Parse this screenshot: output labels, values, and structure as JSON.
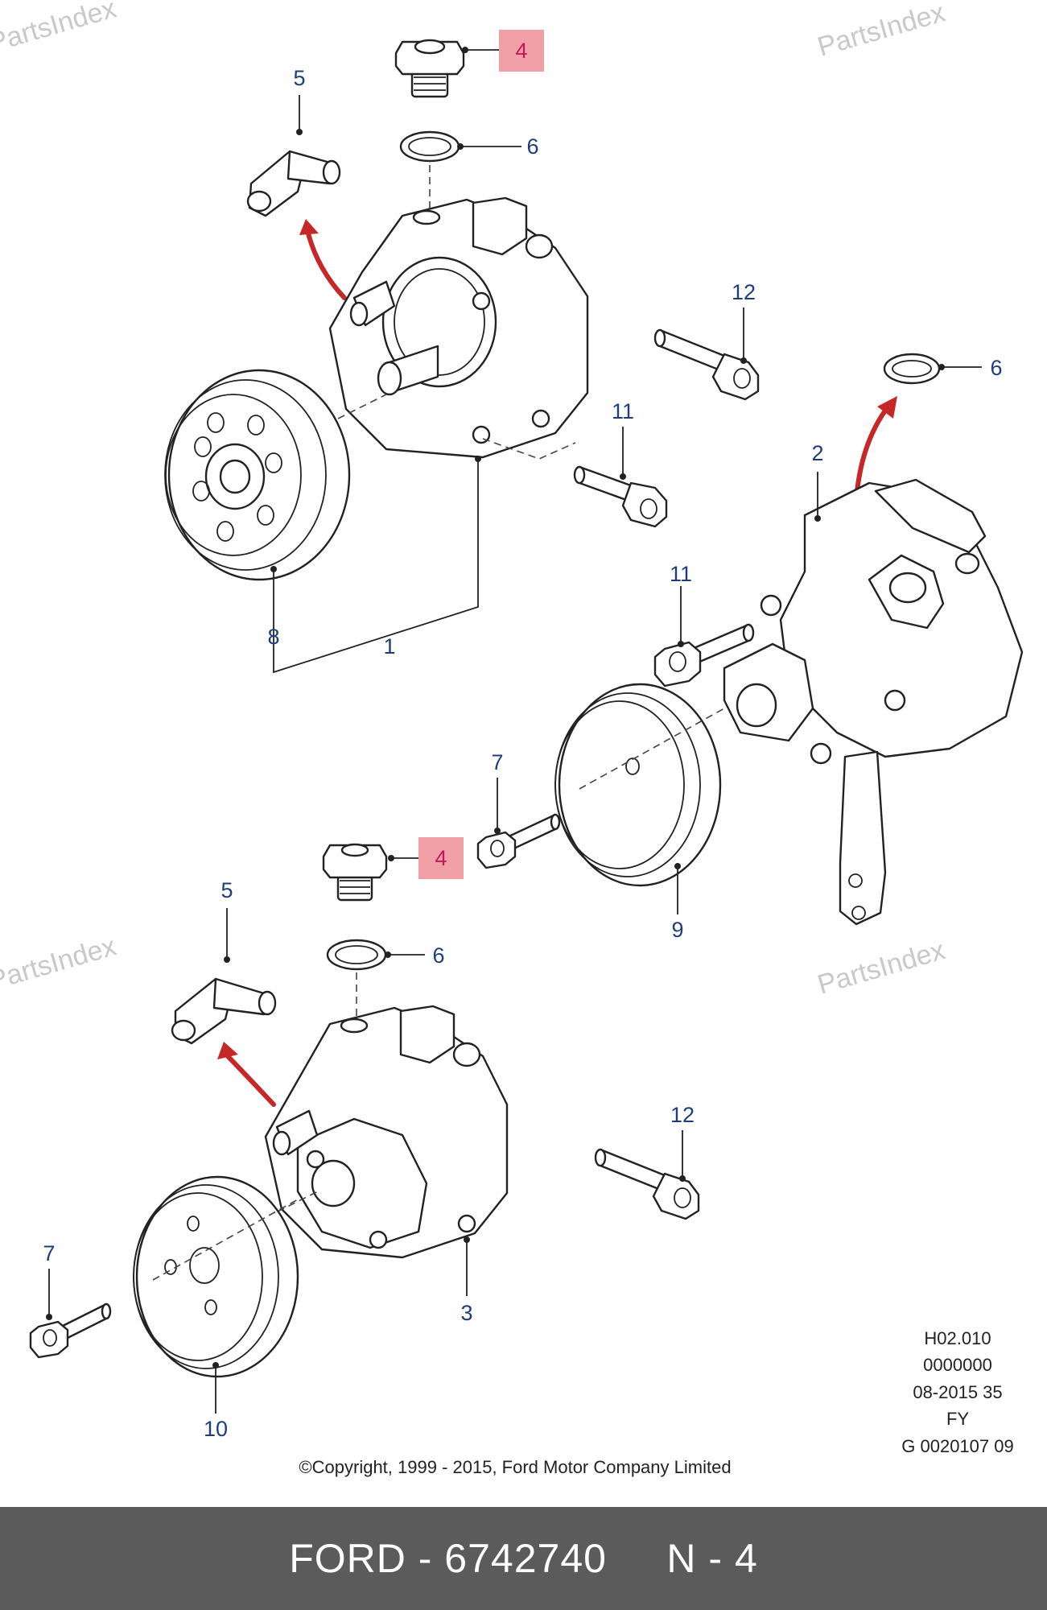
{
  "watermark": "PartsIndex",
  "callouts": {
    "c1": "1",
    "c2": "2",
    "c3": "3",
    "c4": "4",
    "c5": "5",
    "c6": "6",
    "c7": "7",
    "c8": "8",
    "c9": "9",
    "c10": "10",
    "c11": "11",
    "c12": "12"
  },
  "colors": {
    "highlight_box": "#f2a0a8",
    "highlight_text": "#c2185b",
    "callout_text": "#1f3d7a",
    "arrow": "#c62828",
    "footer_bg": "#5b5b5b"
  },
  "diagram_meta": {
    "line1": "H02.010",
    "line2": "0000000",
    "line3": "08-2015 35",
    "line4": "FY",
    "line5": "G 0020107 09"
  },
  "copyright": "©Copyright, 1999 - 2015, Ford Motor Company Limited",
  "footer": {
    "text": "FORD - 6742740     N - 4"
  }
}
